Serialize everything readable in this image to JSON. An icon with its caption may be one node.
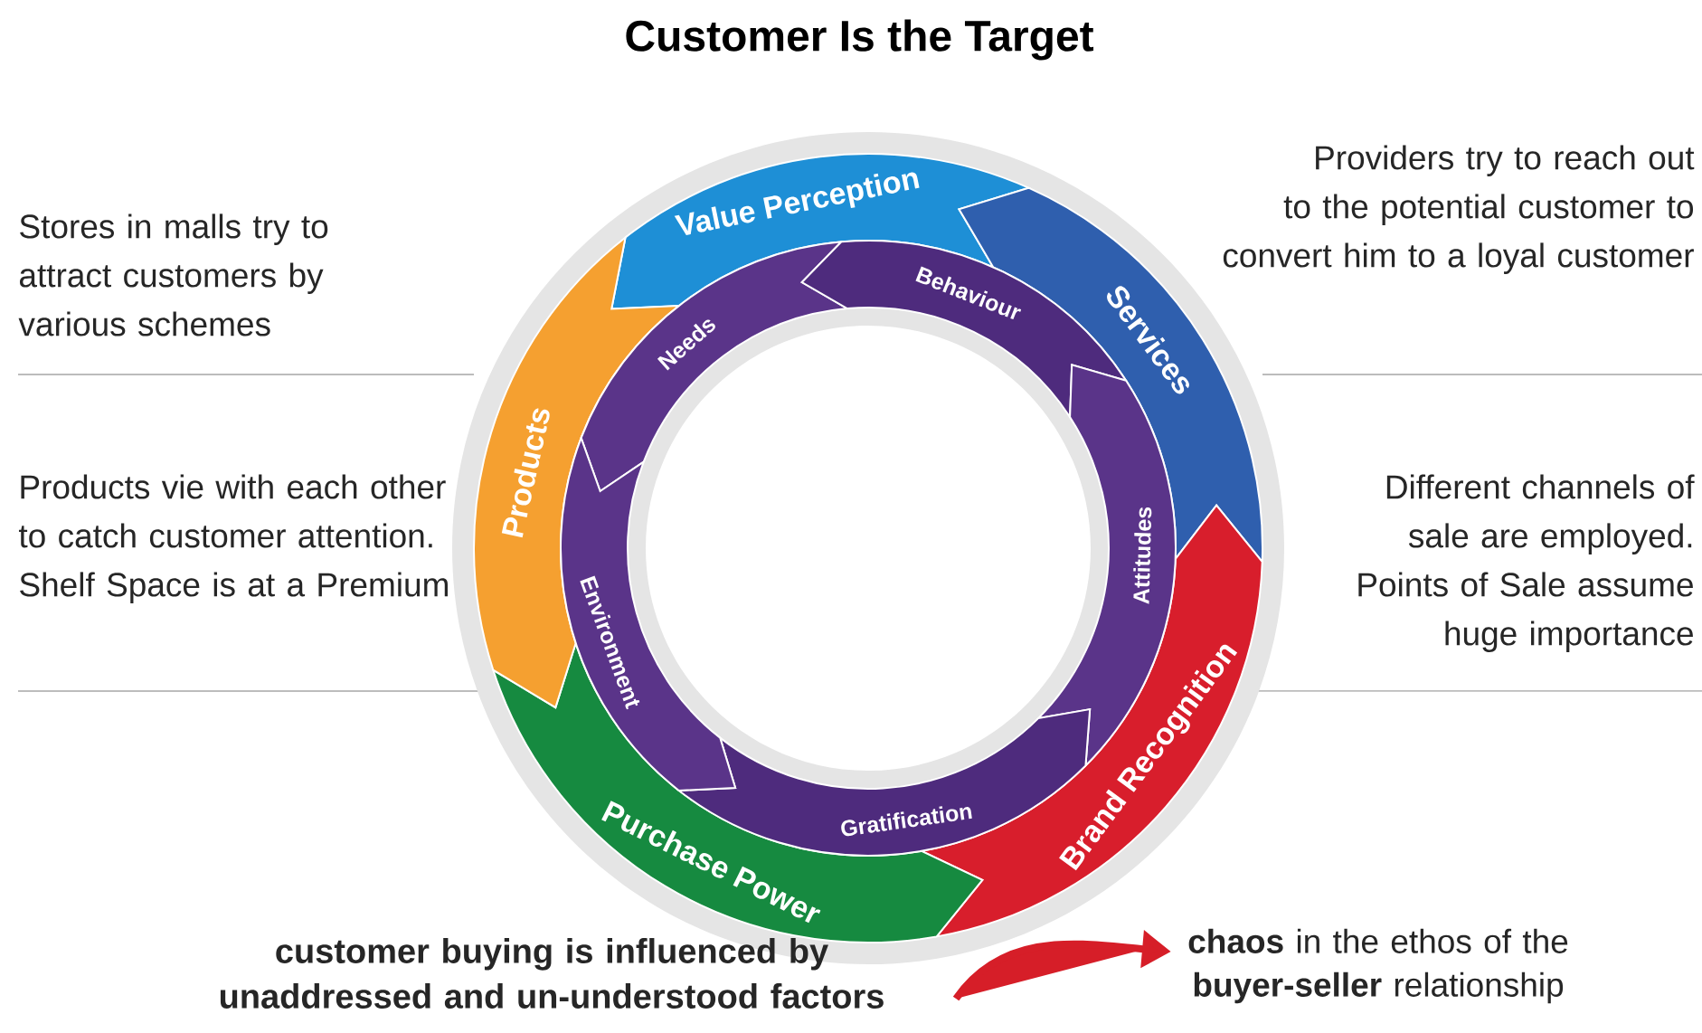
{
  "diagram": {
    "title": "Customer Is the Target",
    "nodes": [
      {
        "text": [
          "Value Perception"
        ]
      },
      {
        "text": [
          "Services"
        ]
      },
      {
        "text": [
          "Brand Recognition"
        ]
      },
      {
        "text": [
          "Purchase Power"
        ]
      },
      {
        "text": [
          "Products"
        ]
      },
      {
        "text": [
          "Needs"
        ]
      },
      {
        "text": [
          "Behaviour"
        ]
      },
      {
        "text": [
          "Attitudes"
        ]
      },
      {
        "text": [
          "Gratification"
        ]
      },
      {
        "text": [
          "Environment"
        ]
      },
      {
        "text": [
          "customer buying is influenced by unaddressed and un-understood factors"
        ]
      },
      {
        "text": [
          "**chaos** in the ethos of the **buyer-seller** relationship"
        ]
      }
    ],
    "edges": [
      {
        "from": 10,
        "to": 11,
        "arrow": "to"
      }
    ],
    "labels": [
      "Providers try to reach out to the potential customer to convert him to a loyal customer",
      "Stores in malls try to attract customers by various schemes",
      "Products vie with each other to catch customer attention. Shelf Space is at a Premium",
      "Different channels of sale are employed. Points of Sale assume huge importance"
    ]
  }
}
